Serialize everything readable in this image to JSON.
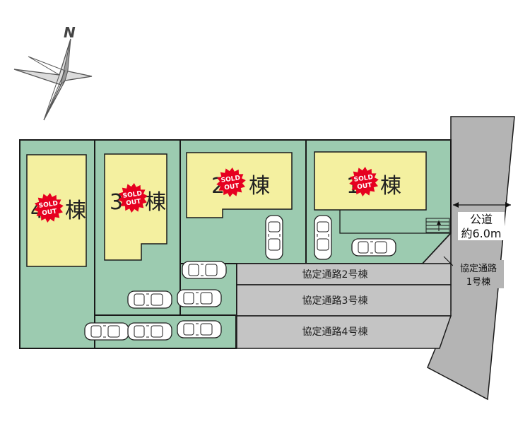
{
  "compass": {
    "north_label": "N"
  },
  "buildings": [
    {
      "id": "b1",
      "name": "棟",
      "number": "1",
      "status": "SOLD OUT",
      "status_line1": "SOLD",
      "status_line2": "OUT"
    },
    {
      "id": "b2",
      "name": "棟",
      "number": "2",
      "status": "SOLD OUT",
      "status_line1": "SOLD",
      "status_line2": "OUT"
    },
    {
      "id": "b3",
      "name": "棟",
      "number": "3",
      "status": "SOLD OUT",
      "status_line1": "SOLD",
      "status_line2": "OUT"
    },
    {
      "id": "b4",
      "name": "棟",
      "number": "4",
      "status": "SOLD OUT",
      "status_line1": "SOLD",
      "status_line2": "OUT"
    }
  ],
  "lanes": [
    {
      "label": "協定通路2号棟"
    },
    {
      "label": "協定通路3号棟"
    },
    {
      "label": "協定通路4号棟"
    }
  ],
  "lane_1": {
    "line1": "協定通路",
    "line2": "1号棟"
  },
  "public_road": {
    "line1": "公道",
    "line2": "約6.0m"
  },
  "colors": {
    "lot": "#9ccbb0",
    "house": "#f4f0a0",
    "lane": "#c4c4c4",
    "road": "#b4b4b4",
    "badge": "#e60020",
    "outline": "#1a1a1a"
  }
}
